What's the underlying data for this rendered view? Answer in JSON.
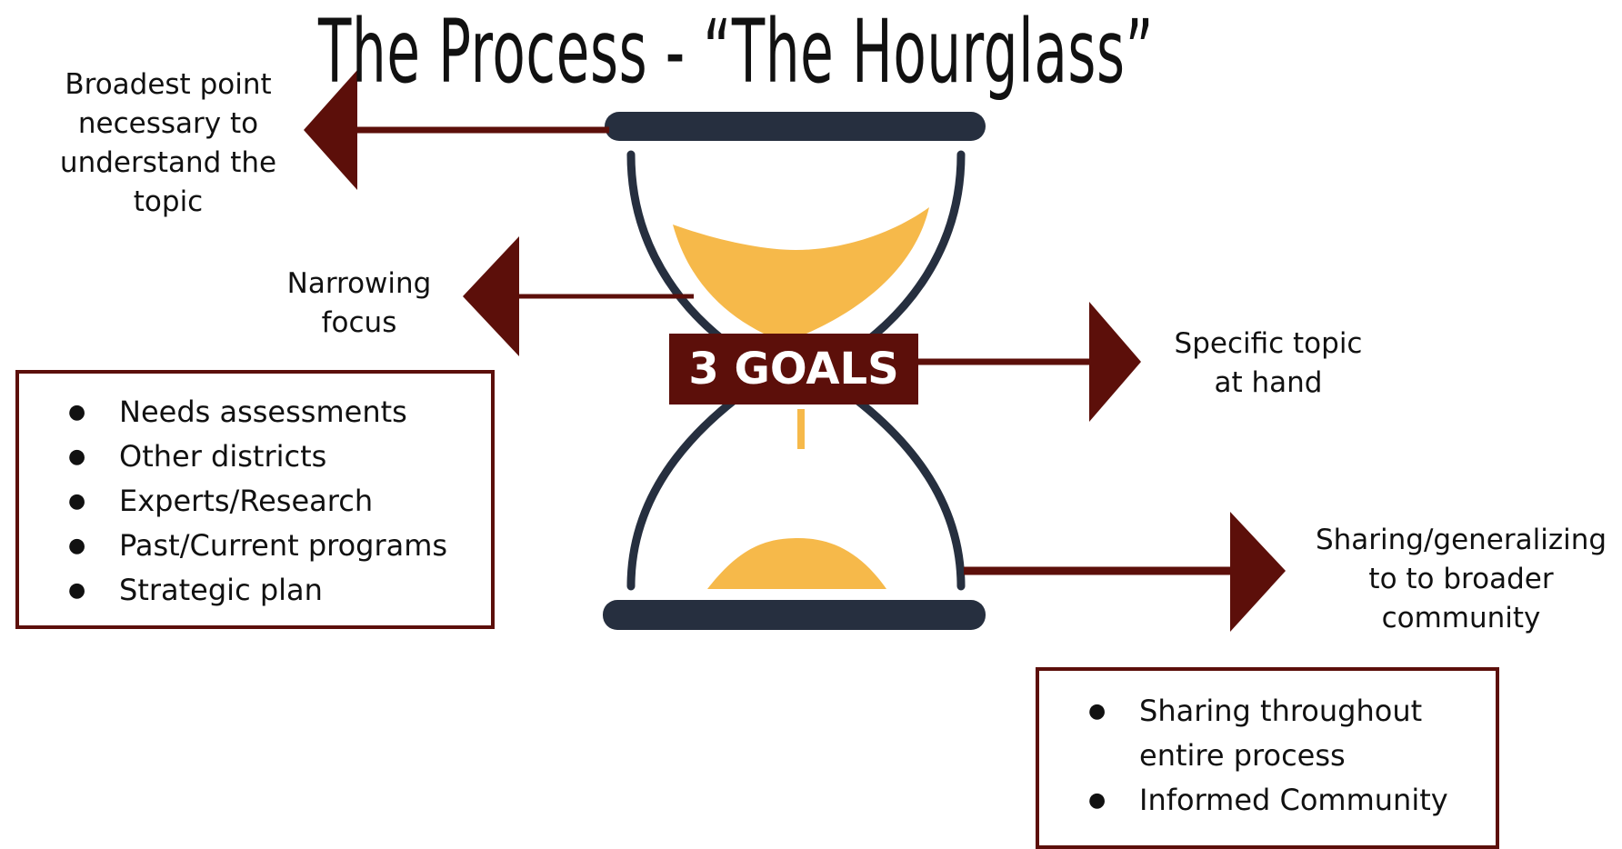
{
  "title": "The Process - “The Hourglass”",
  "center_badge": "3 GOALS",
  "labels": {
    "broadest": [
      "Broadest point",
      "necessary to",
      "understand the",
      "topic"
    ],
    "narrowing": [
      "Narrowing",
      "focus"
    ],
    "specific": [
      "Specific topic",
      "at hand"
    ],
    "sharing": [
      "Sharing/generalizing",
      "to to broader",
      "community"
    ]
  },
  "left_list": [
    "Needs assessments",
    "Other districts",
    "Experts/Research",
    "Past/Current programs",
    "Strategic plan"
  ],
  "right_list": [
    "Sharing throughout",
    "entire process",
    "Informed Community"
  ],
  "colors": {
    "arrow": "#5c0f0a",
    "frame": "#262f3f",
    "sand": "#f6b94a"
  }
}
